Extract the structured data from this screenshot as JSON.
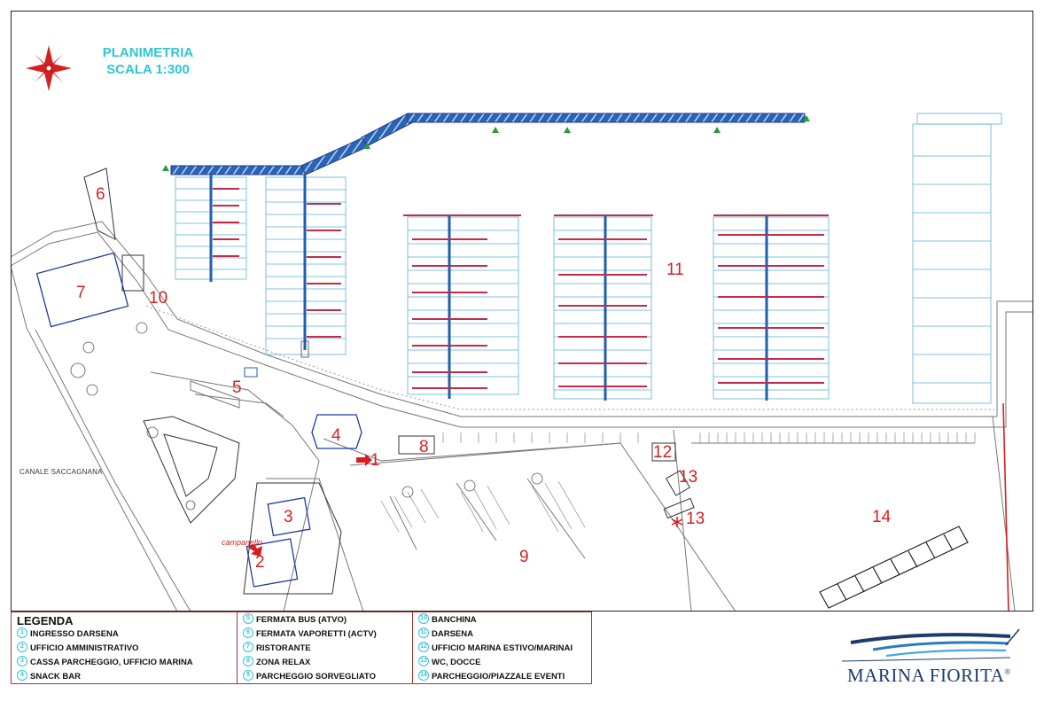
{
  "title": {
    "line1": "PLANIMETRIA",
    "line2": "SCALA 1:300"
  },
  "labels": {
    "canal": "CANALE SACCAGNANA",
    "bell": "campanello",
    "n1": "1",
    "n2": "2",
    "n3": "3",
    "n4": "4",
    "n5": "5",
    "n6": "6",
    "n7": "7",
    "n8": "8",
    "n9": "9",
    "n10": "10",
    "n11": "11",
    "n12": "12",
    "n13a": "13",
    "n13b": "13",
    "n14": "14"
  },
  "legend": {
    "heading": "LEGENDA",
    "col1": [
      {
        "n": "1",
        "text": "INGRESSO DARSENA"
      },
      {
        "n": "2",
        "text": "UFFICIO AMMINISTRATIVO"
      },
      {
        "n": "3",
        "text": "CASSA PARCHEGGIO, UFFICIO MARINA"
      },
      {
        "n": "4",
        "text": "SNACK BAR"
      }
    ],
    "col2": [
      {
        "n": "5",
        "text": "FERMATA BUS (ATVO)"
      },
      {
        "n": "6",
        "text": "FERMATA VAPORETTI (ACTV)"
      },
      {
        "n": "7",
        "text": "RISTORANTE"
      },
      {
        "n": "8",
        "text": "ZONA RELAX"
      },
      {
        "n": "9",
        "text": "PARCHEGGIO SORVEGLIATO"
      }
    ],
    "col3": [
      {
        "n": "10",
        "text": "BANCHINA"
      },
      {
        "n": "11",
        "text": "DARSENA"
      },
      {
        "n": "12",
        "text": "UFFICIO MARINA ESTIVO/MARINAI"
      },
      {
        "n": "13",
        "text": "WC, DOCCE"
      },
      {
        "n": "14",
        "text": "PARCHEGGIO/PIAZZALE EVENTI"
      }
    ]
  },
  "logo": {
    "name": "MARINA FIORITA",
    "mark": "®"
  },
  "colors": {
    "pier": "#1f5fb0",
    "water_lines": "#5ab3d6",
    "accent_red": "#d61f1f",
    "title": "#2fc6d6",
    "logo": "#1d3a6b"
  }
}
